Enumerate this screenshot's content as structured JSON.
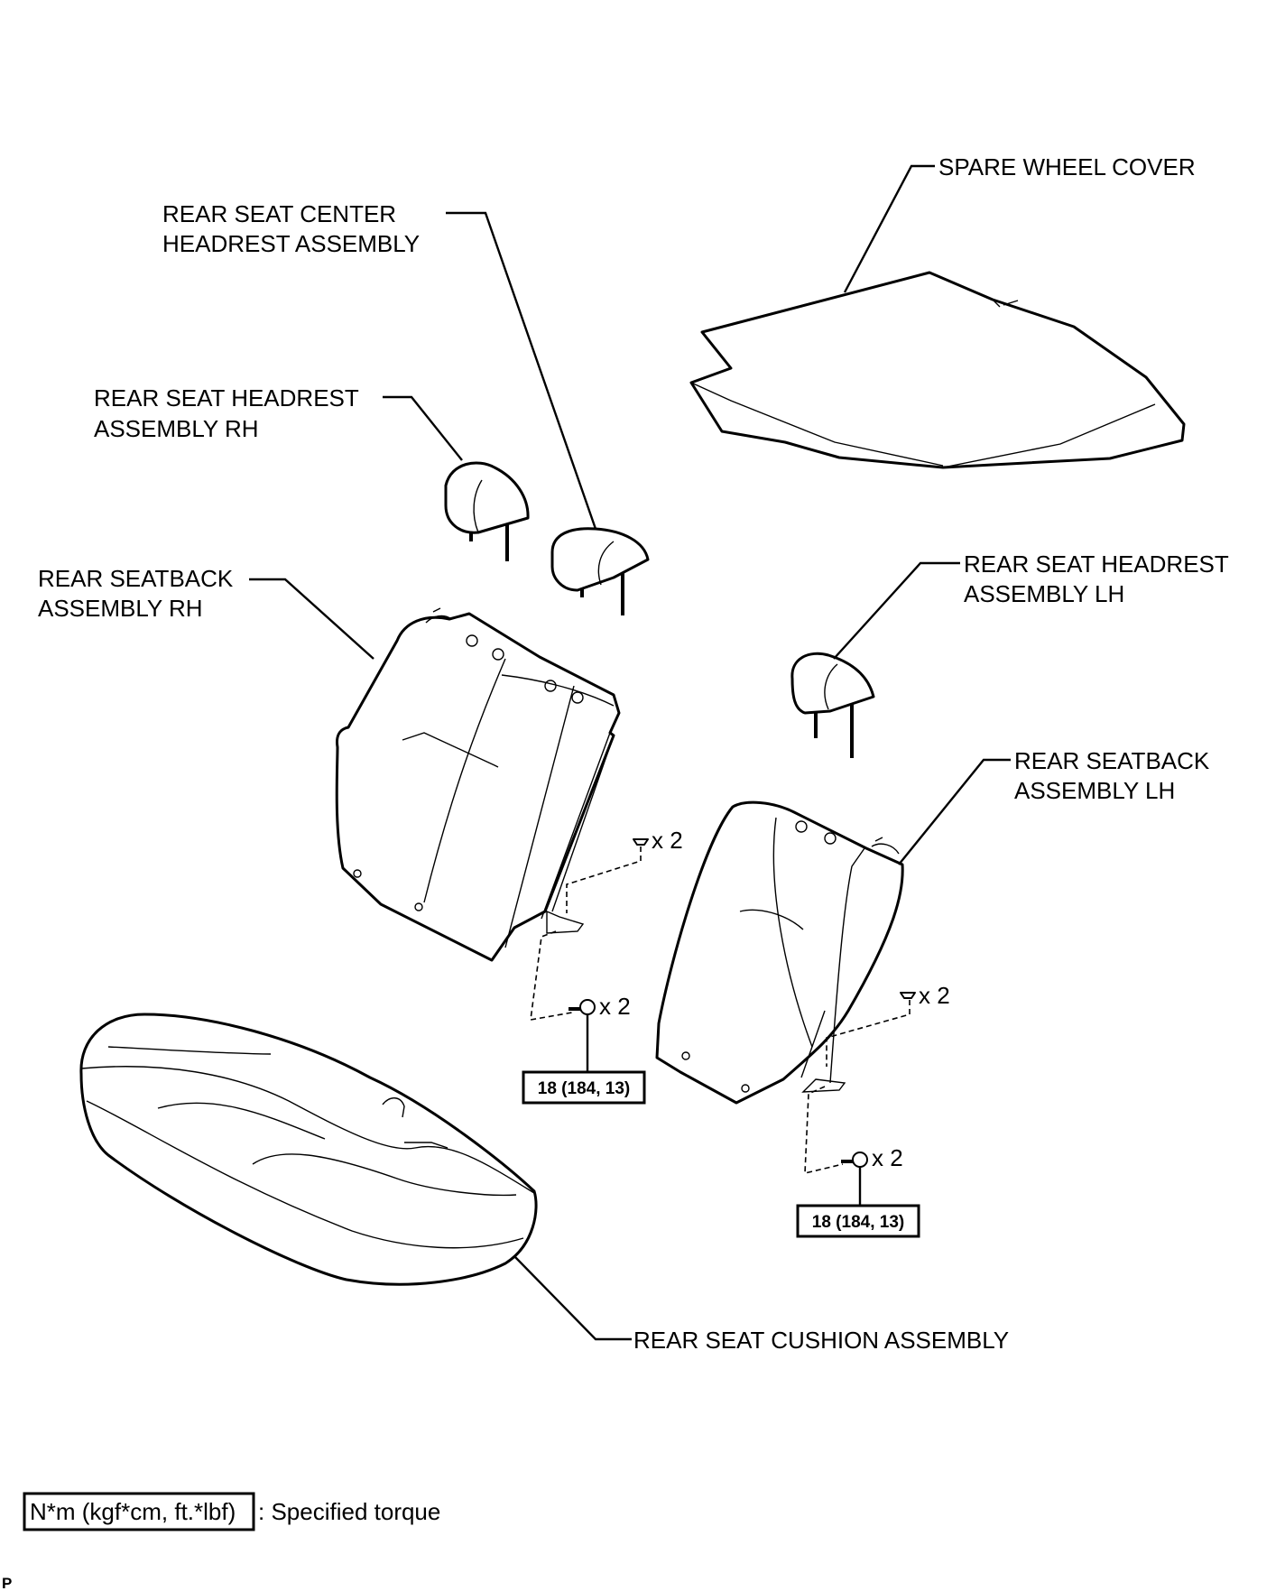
{
  "labels": {
    "spare_wheel_cover": "SPARE WHEEL COVER",
    "center_headrest_l1": "REAR SEAT CENTER",
    "center_headrest_l2": "HEADREST ASSEMBLY",
    "headrest_rh_l1": "REAR SEAT HEADREST",
    "headrest_rh_l2": "ASSEMBLY RH",
    "seatback_rh_l1": "REAR SEATBACK",
    "seatback_rh_l2": "ASSEMBLY RH",
    "headrest_lh_l1": "REAR SEAT HEADREST",
    "headrest_lh_l2": "ASSEMBLY LH",
    "seatback_lh_l1": "REAR SEATBACK",
    "seatback_lh_l2": "ASSEMBLY LH",
    "cushion": "REAR SEAT CUSHION ASSEMBLY"
  },
  "quantities": {
    "clip_rh": "x 2",
    "bolt_rh": "x 2",
    "clip_lh": "x 2",
    "bolt_lh": "x 2"
  },
  "torque": {
    "rh": "18 (184, 13)",
    "lh": "18 (184, 13)"
  },
  "legend": {
    "unit_box": "N*m (kgf*cm, ft.*lbf)",
    "description": ": Specified torque"
  },
  "corner_mark": "P"
}
